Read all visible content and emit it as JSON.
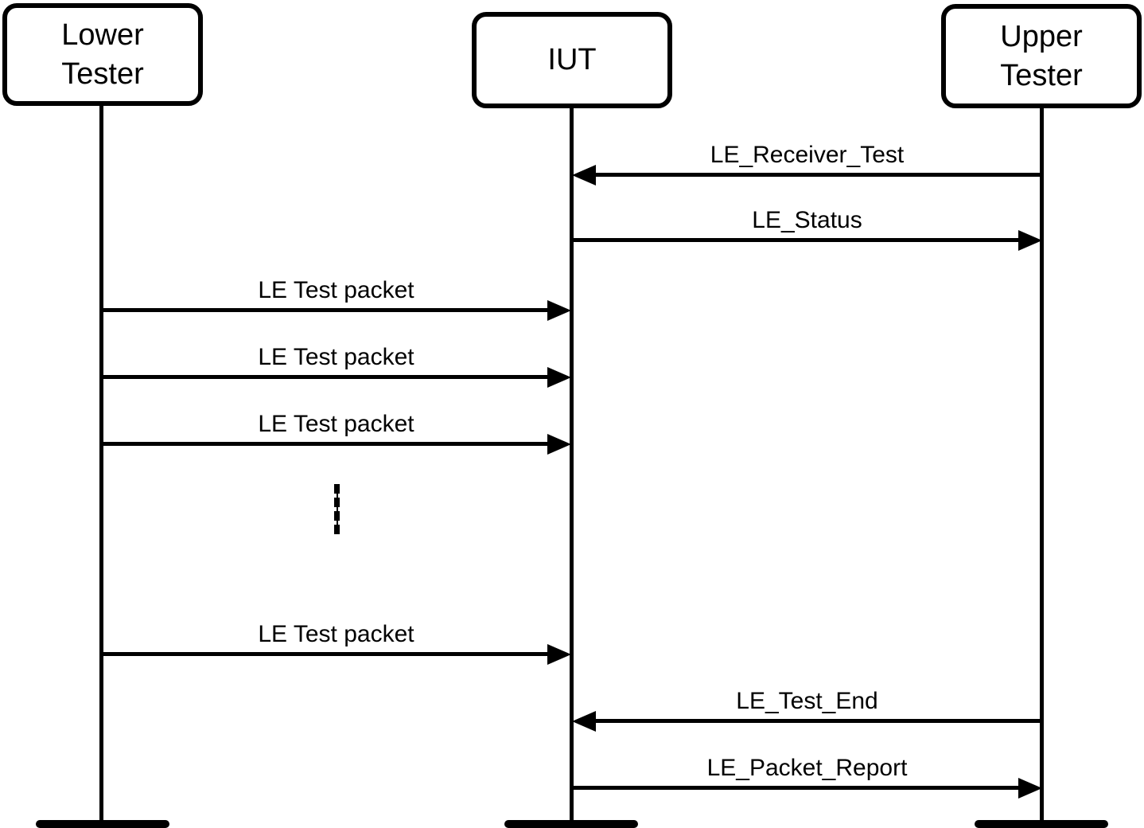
{
  "diagram": {
    "type": "sequence-diagram",
    "background_color": "#ffffff",
    "line_color": "#000000",
    "actors": [
      {
        "id": "lower-tester",
        "label": "Lower Tester"
      },
      {
        "id": "iut",
        "label": "IUT"
      },
      {
        "id": "upper-tester",
        "label": "Upper Tester"
      }
    ],
    "messages": [
      {
        "label": "LE_Receiver_Test",
        "from": "Upper Tester",
        "to": "IUT",
        "direction": "left"
      },
      {
        "label": "LE_Status",
        "from": "IUT",
        "to": "Upper Tester",
        "direction": "right"
      },
      {
        "label": "LE Test packet",
        "from": "Lower Tester",
        "to": "IUT",
        "direction": "right"
      },
      {
        "label": "LE Test packet",
        "from": "Lower Tester",
        "to": "IUT",
        "direction": "right"
      },
      {
        "label": "LE Test packet",
        "from": "Lower Tester",
        "to": "IUT",
        "direction": "right"
      },
      {
        "label": "LE Test packet",
        "from": "Lower Tester",
        "to": "IUT",
        "direction": "right"
      },
      {
        "label": "LE_Test_End",
        "from": "Upper Tester",
        "to": "IUT",
        "direction": "left"
      },
      {
        "label": "LE_Packet_Report",
        "from": "IUT",
        "to": "Upper Tester",
        "direction": "right"
      }
    ],
    "continuation": {
      "symbol": "vertical-dashed-ellipsis"
    }
  }
}
